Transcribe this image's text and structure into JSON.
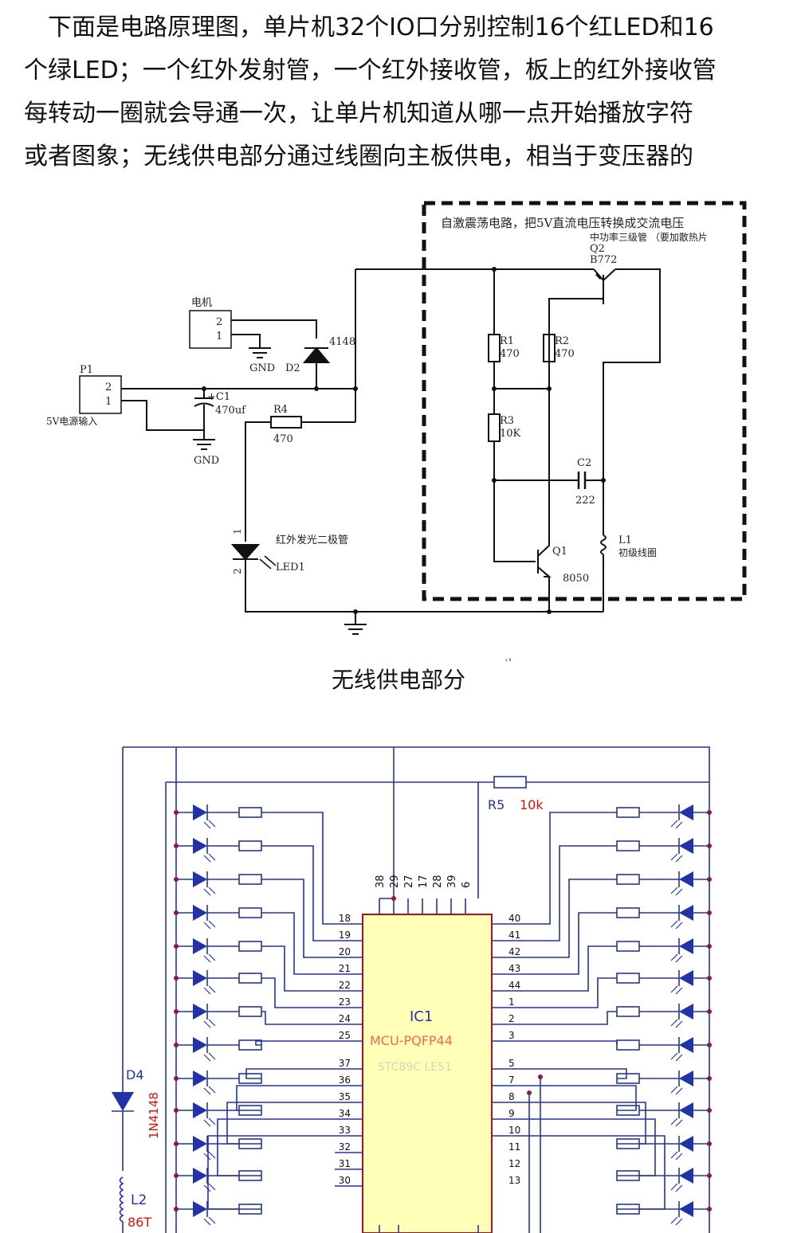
{
  "intro": {
    "lines": [
      "下面是电路原理图，单片机32个IO口分别控制16个红LED和16",
      "个绿LED；一个红外发射管，一个红外接收管，板上的红外接收管",
      "每转动一圈就会导通一次，让单片机知道从哪一点开始播放字符",
      "或者图象；无线供电部分通过线圈向主板供电，相当于变压器的"
    ]
  },
  "wireless": {
    "osc_note": "自激震荡电路，把5V直流电压转换成交流电压",
    "q2_note": "中功率三级管 （要加散热片",
    "q2_ref": "Q2",
    "q2_part": "B772",
    "motor": "电机",
    "motor_pins": [
      "2",
      "1"
    ],
    "gnd": "GND",
    "d2_ref": "D2",
    "d2_part": "4148",
    "p1_ref": "P1",
    "p1_pins": [
      "2",
      "1"
    ],
    "p1_label": "5V电源输入",
    "c1_ref": "+C1",
    "c1_val": "470uf",
    "r4_ref": "R4",
    "r4_val": "470",
    "r1_ref": "R1",
    "r1_val": "470",
    "r2_ref": "R2",
    "r2_val": "470",
    "r3_ref": "R3",
    "r3_val": "10K",
    "c2_ref": "C2",
    "c2_val": "222",
    "led1_note": "红外发光二极管",
    "led1_ref": "LED1",
    "led1_pins": [
      "1",
      "2"
    ],
    "q1_ref": "Q1",
    "q1_part": "8050",
    "l1_ref": "L1",
    "l1_note": "初级线圈",
    "stray_mark": "ں"
  },
  "caption": "无线供电部分",
  "mcu": {
    "ic_ref": "IC1",
    "ic_part": "MCU-PQFP44",
    "ic_blurred": "STC89C LE51",
    "top_pins": [
      "38",
      "29",
      "27",
      "17",
      "28",
      "39",
      "6"
    ],
    "left_pins": [
      "18",
      "19",
      "20",
      "21",
      "22",
      "23",
      "24",
      "25",
      "37",
      "36",
      "35",
      "34",
      "33",
      "32",
      "31",
      "30"
    ],
    "right_pins": [
      "40",
      "41",
      "42",
      "43",
      "44",
      "1",
      "2",
      "3",
      "5",
      "7",
      "8",
      "9",
      "10",
      "11",
      "12",
      "13"
    ],
    "r5_ref": "R5",
    "r5_val": "10k",
    "d4_ref": "D4",
    "d4_part": "1N4148",
    "l2_ref": "L2",
    "l2_val": "86T"
  },
  "colors": {
    "wire": "#2233aa",
    "junction": "#aa1122",
    "chip_fill": "#ffffb8",
    "chip_border": "#aa1122",
    "red_text": "#dd1111",
    "blue_text": "#2233aa"
  }
}
